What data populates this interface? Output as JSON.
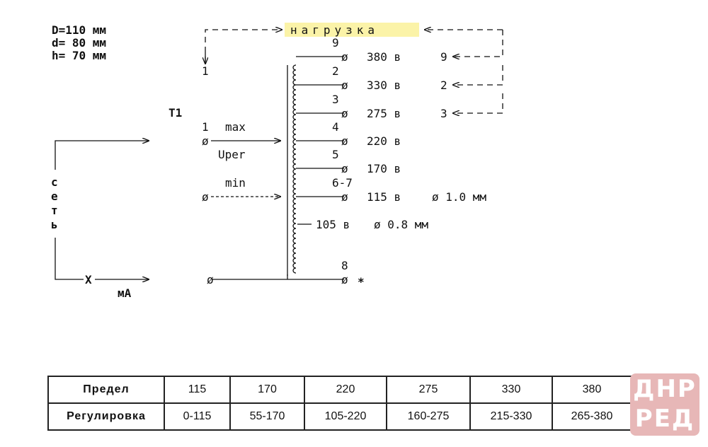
{
  "dims": {
    "D": "D=110 мм",
    "d": "d= 80 мм",
    "h": "h= 70 мм"
  },
  "load_label": "нагрузка",
  "transformer_label": "T1",
  "network_label": [
    "с",
    "е",
    "т",
    "ь"
  ],
  "ammeter": {
    "cross": "X",
    "label": "мА"
  },
  "input": {
    "terminal": "1",
    "top_terminal": "1",
    "max": "max",
    "uper": "Uper",
    "min": "min"
  },
  "taps": [
    {
      "num": "9",
      "voltage": "380 в",
      "ret": "9"
    },
    {
      "num": "2",
      "voltage": "330 в",
      "ret": "2"
    },
    {
      "num": "3",
      "voltage": "275 в",
      "ret": "3"
    },
    {
      "num": "4",
      "voltage": "220 в"
    },
    {
      "num": "5",
      "voltage": "170 в"
    },
    {
      "num": "6-7",
      "voltage": "115 в",
      "wire": "ø 1.0 мм"
    }
  ],
  "tap_105": {
    "voltage": "105 в",
    "wire": "ø 0.8 мм"
  },
  "bottom_terminal": {
    "num": "8",
    "star": "*"
  },
  "terminal_symbol": "ø",
  "table": {
    "rows": [
      {
        "head": "Предел",
        "cells": [
          "115",
          "170",
          "220",
          "275",
          "330",
          "380"
        ]
      },
      {
        "head": "Регулировка",
        "cells": [
          "0-115",
          "55-170",
          "105-220",
          "160-275",
          "215-330",
          "265-380"
        ]
      }
    ]
  },
  "logo": {
    "line1": "ДНР",
    "line2": "РЕД"
  }
}
